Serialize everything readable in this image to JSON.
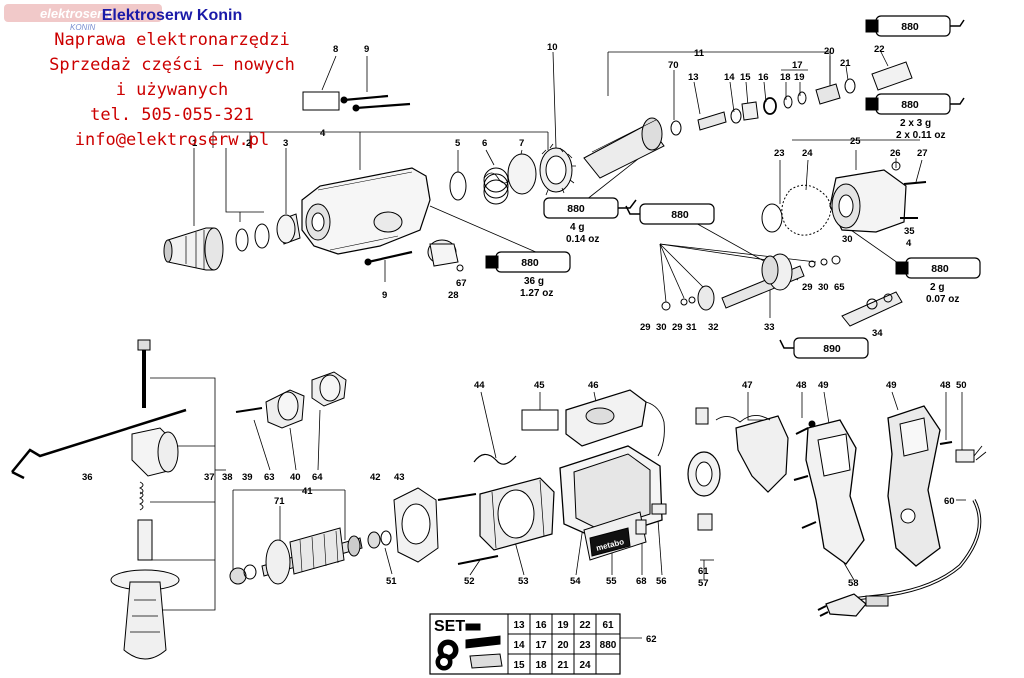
{
  "header": {
    "company": "Elektroserw Konin",
    "lines": [
      "Naprawa elektronarzędzi",
      "Sprzedaż części – nowych",
      "i używanych",
      "tel. 505-055-321",
      "info@elektroserw.pl"
    ]
  },
  "watermark": {
    "brand": "elektroserw",
    "city": "KONIN"
  },
  "colors": {
    "header_blue": "#1a1aa8",
    "header_red": "#cc0000",
    "logo_bg": "#f1c9c9"
  },
  "part_numbers": {
    "n1": "1",
    "n2": "2",
    "n3": "3",
    "n4": "4",
    "n5": "5",
    "n6": "6",
    "n7": "7",
    "n8": "8",
    "n9a": "9",
    "n9b": "9",
    "n10": "10",
    "n11": "11",
    "n13": "13",
    "n14": "14",
    "n15": "15",
    "n16": "16",
    "n17": "17",
    "n18": "18",
    "n19": "19",
    "n20": "20",
    "n21": "21",
    "n22": "22",
    "n23": "23",
    "n24": "24",
    "n25": "25",
    "n26": "26",
    "n27": "27",
    "n28": "28",
    "n29a": "29",
    "n29b": "29",
    "n29c": "29",
    "n30a": "30",
    "n30b": "30",
    "n30c": "30",
    "n31": "31",
    "n32": "32",
    "n33": "33",
    "n34": "34",
    "n35": "35",
    "n4b": "4",
    "n36": "36",
    "n37": "37",
    "n38": "38",
    "n39": "39",
    "n40": "40",
    "n41": "41",
    "n42": "42",
    "n43": "43",
    "n44": "44",
    "n45": "45",
    "n46": "46",
    "n47": "47",
    "n48a": "48",
    "n48b": "48",
    "n49a": "49",
    "n49b": "49",
    "n50": "50",
    "n51": "51",
    "n52": "52",
    "n53": "53",
    "n54": "54",
    "n55": "55",
    "n56": "56",
    "n57": "57",
    "n58": "58",
    "n60": "60",
    "n61": "61",
    "n62": "62",
    "n63": "63",
    "n64": "64",
    "n65": "65",
    "n67": "67",
    "n68": "68",
    "n70": "70",
    "n71": "71"
  },
  "lubricant_tubes": [
    {
      "code": "880",
      "qty": ""
    },
    {
      "code": "880",
      "qty": "2 x 3 g"
    },
    {
      "code": "880",
      "qty": "4 g"
    },
    {
      "code": "880",
      "qty": ""
    },
    {
      "code": "880",
      "qty": "36 g"
    },
    {
      "code": "880",
      "qty": "2 g"
    },
    {
      "code": "890",
      "qty": ""
    }
  ],
  "tube_qty_oz": {
    "t2": "2 x 0.11 oz",
    "t3": "0.14 oz",
    "t5": "1.27 oz",
    "t6": "0.07 oz"
  },
  "brand_label": "metabo",
  "set_kit": {
    "title": "SET",
    "rows": [
      [
        "13",
        "16",
        "19",
        "22",
        "61"
      ],
      [
        "14",
        "17",
        "20",
        "23",
        "880"
      ],
      [
        "15",
        "18",
        "21",
        "24"
      ]
    ],
    "part": "62"
  }
}
